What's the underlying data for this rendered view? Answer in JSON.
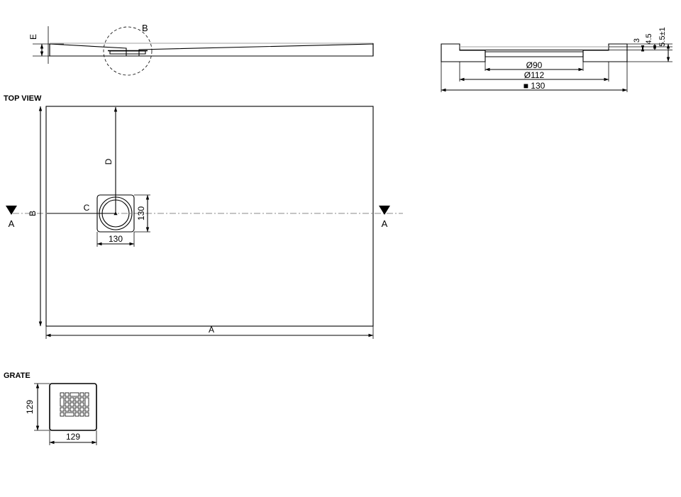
{
  "drawing": {
    "title_views": {
      "top_view_label": "TOP VIEW",
      "grate_label": "GRATE"
    },
    "section_view_top": {
      "height_dim_label": "E",
      "detail_callout_label": "B"
    },
    "detail_section_right": {
      "dim_thickness_1": "3",
      "dim_thickness_2": "4.5",
      "dim_thickness_3": "5.5±1",
      "dim_diameter_inner": "Ø90",
      "dim_diameter_outer": "Ø112",
      "dim_square_outer": "■ 130"
    },
    "top_view": {
      "section_marker_left": "A",
      "section_marker_right": "A",
      "width_dim_label": "A",
      "height_dim_label": "B",
      "drain_offset_vertical_label": "D",
      "drain_offset_horizontal_label": "C",
      "drain_width_dim": "130",
      "drain_height_dim": "130"
    },
    "grate_view": {
      "width_dim": "129",
      "height_dim": "129"
    },
    "colors": {
      "line": "#000000",
      "center_line": "#8a8a8a",
      "hatch": "#000000",
      "background": "#ffffff"
    }
  }
}
